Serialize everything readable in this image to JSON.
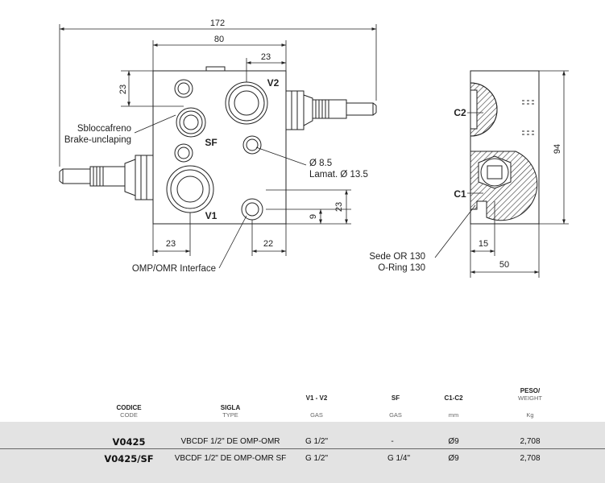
{
  "drawing": {
    "dims": {
      "total_width": "172",
      "body_width": "80",
      "top_offset": "23",
      "left_offset": "23",
      "lower_offset_right": "23",
      "lower_small": "9",
      "bottom_left": "23",
      "bottom_right": "22",
      "side_height": "94",
      "side_15": "15",
      "side_50": "50"
    },
    "ports": {
      "v1": "V1",
      "v2": "V2",
      "sf": "SF",
      "c1": "C1",
      "c2": "C2"
    },
    "labels": {
      "brake_it": "Sbloccafreno",
      "brake_en": "Brake-unclaping",
      "hole_dia": "Ø 8.5",
      "spotface": "Lamat. Ø 13.5",
      "interface": "OMP/OMR Interface",
      "seat_it": "Sede OR 130",
      "seat_en": "O-Ring 130"
    }
  },
  "table": {
    "headers": [
      {
        "main": "CODICE",
        "sub": "CODE"
      },
      {
        "main": "SIGLA",
        "sub": "TYPE"
      },
      {
        "main": "V1 - V2",
        "sub": "GAS"
      },
      {
        "main": "SF",
        "sub": "GAS"
      },
      {
        "main": "C1-C2",
        "sub": "mm"
      },
      {
        "main": "PESO/",
        "sub": "WEIGHT",
        "sub2": "Kg"
      }
    ],
    "rows": [
      {
        "code": "V0425",
        "type": "VBCDF 1/2\" DE OMP-OMR",
        "v1v2": "G 1/2\"",
        "sf": "-",
        "c1c2": "Ø9",
        "weight": "2,708"
      },
      {
        "code": "V0425/SF",
        "type": "VBCDF 1/2\" DE OMP-OMR SF",
        "v1v2": "G 1/2\"",
        "sf": "G 1/4\"",
        "c1c2": "Ø9",
        "weight": "2,708"
      }
    ]
  }
}
